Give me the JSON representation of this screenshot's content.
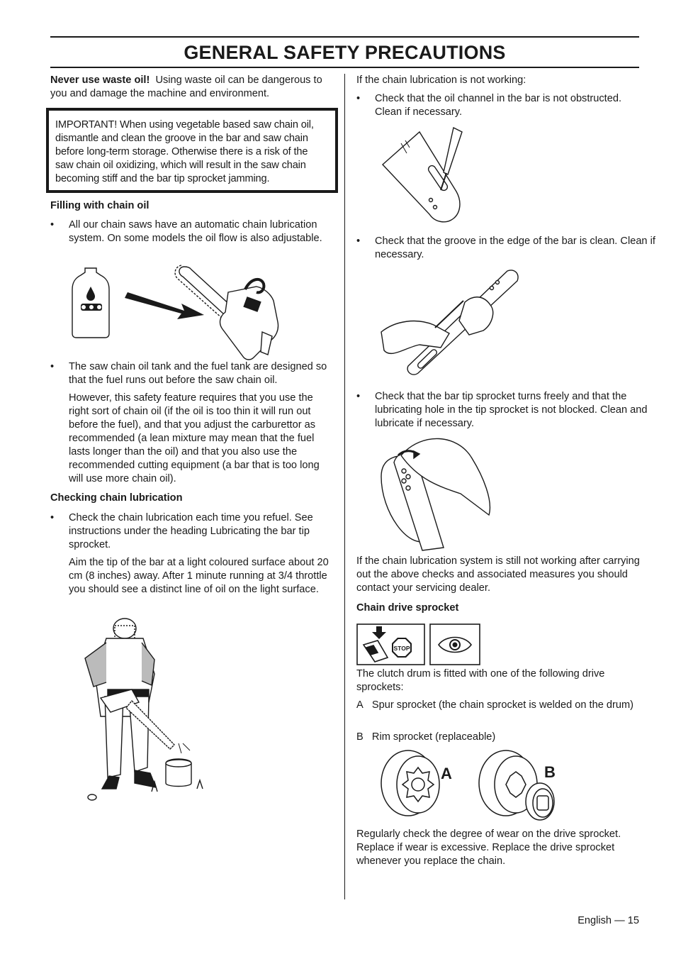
{
  "page": {
    "title": "GENERAL SAFETY PRECAUTIONS",
    "footer": "English — 15"
  },
  "left": {
    "waste_oil_bold": "Never use waste oil!",
    "waste_oil_text": "Using waste oil can be dangerous to you and damage the machine and environment.",
    "important": "IMPORTANT! When using vegetable based saw chain oil, dismantle and clean the groove in the bar and saw chain before long-term storage. Otherwise there is a risk of the saw chain oil oxidizing, which will result in the saw chain becoming stiff and the bar tip sprocket jamming.",
    "filling_heading": "Filling with chain oil",
    "filling_bullet1": "All our chain saws have an automatic chain lubrication system. On some models the oil flow is also adjustable.",
    "filling_bullet2": "The saw chain oil tank and the fuel tank are designed so that the fuel runs out before the saw chain oil.",
    "filling_para": "However, this safety feature requires that you use the right sort of chain oil (if the oil is too thin it will run out before the fuel), and that you adjust the carburettor as recommended (a lean mixture may mean that the fuel lasts longer than the oil) and that you also use the recommended cutting equipment (a bar that is too long will use more chain oil).",
    "checking_heading": "Checking chain lubrication",
    "checking_bullet": "Check the chain lubrication each time you refuel. See instructions under the heading Lubricating the bar tip sprocket.",
    "checking_para": "Aim the tip of the bar at a light coloured surface about 20 cm (8 inches) away. After 1 minute running at 3/4 throttle you should see a distinct line of oil on the light surface."
  },
  "right": {
    "not_working": "If the chain lubrication is not working:",
    "bullet1": "Check that the oil channel in the bar is not obstructed. Clean if necessary.",
    "bullet2": "Check that the groove in the edge of the bar is clean. Clean if necessary.",
    "bullet3": "Check that the bar tip sprocket turns freely and that the lubricating hole in the tip sprocket is not blocked. Clean and lubricate if necessary.",
    "still_not_working": "If the chain lubrication system is still not working after carrying out the above checks and associated measures you should contact your servicing dealer.",
    "drive_heading": "Chain drive sprocket",
    "stop_label": "STOP",
    "clutch_text": "The clutch drum is fitted with one of the following drive sprockets:",
    "option_a_letter": "A",
    "option_a_text": "Spur sprocket (the chain sprocket is welded on the drum)",
    "option_b_letter": "B",
    "option_b_text": "Rim sprocket (replaceable)",
    "label_a": "A",
    "label_b": "B",
    "regularly": "Regularly check the degree of wear on the drive sprocket. Replace if wear is excessive. Replace the drive sprocket whenever you replace the chain."
  }
}
